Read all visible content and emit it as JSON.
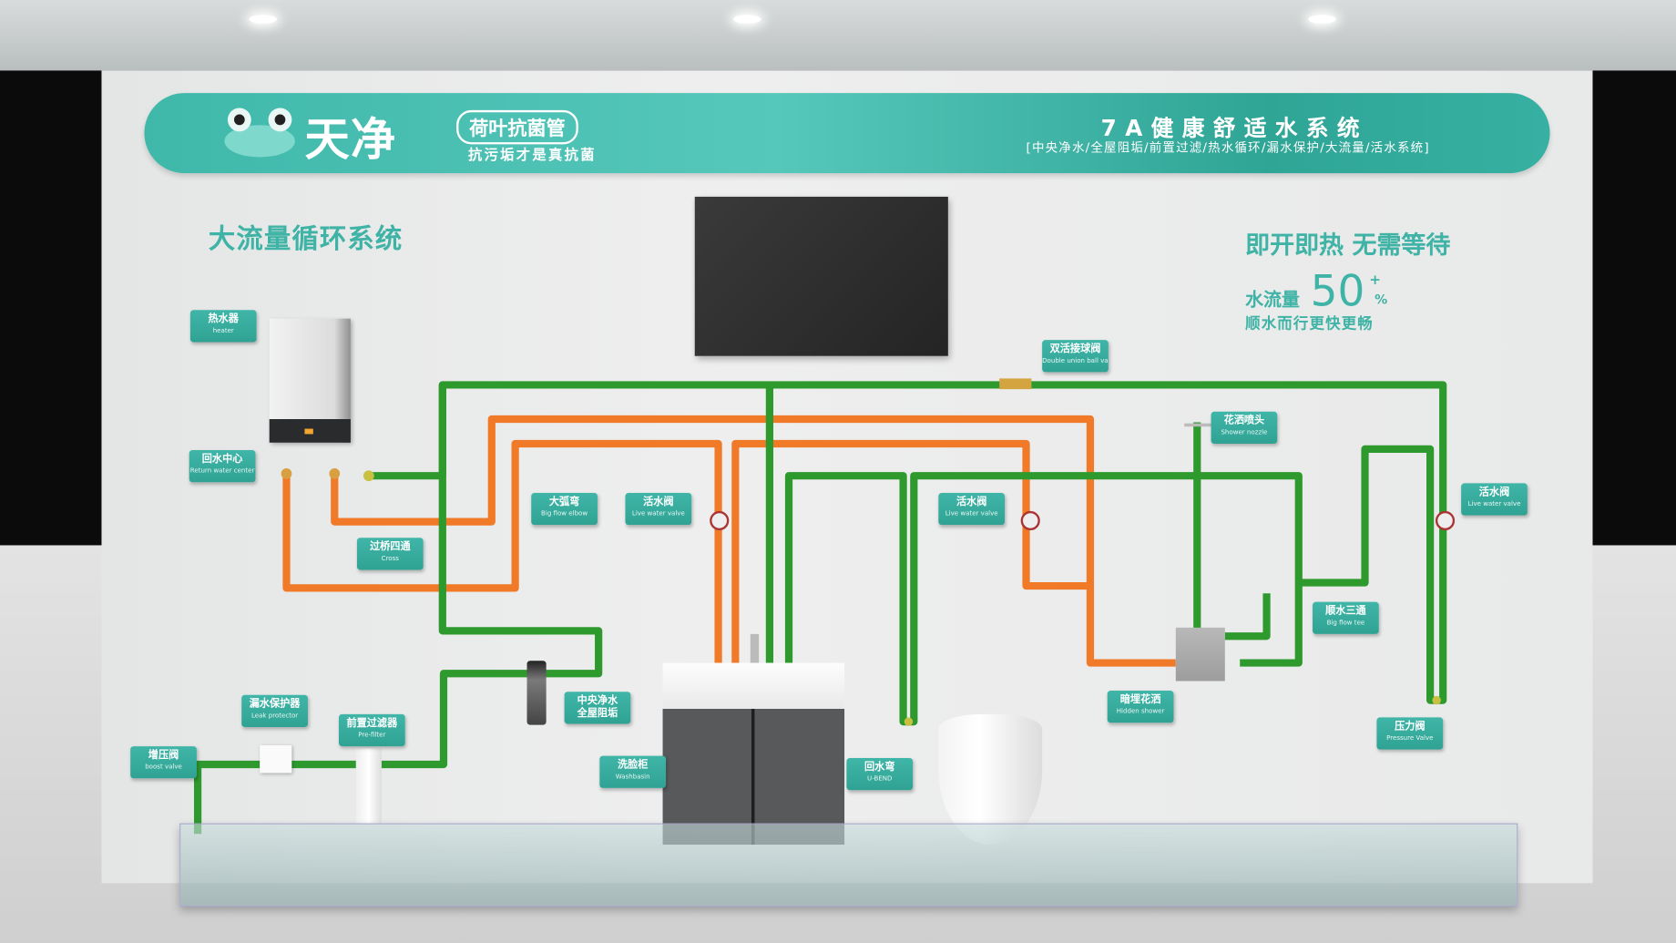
{
  "banner": {
    "brand": "天净",
    "product": "荷叶抗菌管",
    "slogan": "抗污垢才是真抗菌",
    "system_title": "7A健康舒适水系统",
    "system_subtitle": "[中央净水/全屋阻垢/前置过滤/热水循环/漏水保护/大流量/活水系统]"
  },
  "left_title": "大流量循环系统",
  "right_promo": {
    "headline": "即开即热  无需等待",
    "flow_label": "水流量",
    "flow_value": "50",
    "flow_plus": "+",
    "flow_unit": "%",
    "subline": "顺水而行更快更畅"
  },
  "labels": [
    {
      "zh": "热水器",
      "en": "heater"
    },
    {
      "zh": "回水中心",
      "en": "Return water center"
    },
    {
      "zh": "过桥四通",
      "en": "Cross"
    },
    {
      "zh": "大弧弯",
      "en": "Big flow elbow"
    },
    {
      "zh": "活水阀",
      "en": "Live water valve"
    },
    {
      "zh": "活水阀",
      "en": "Live water valve"
    },
    {
      "zh": "双活接球阀",
      "en": "Double union ball valve"
    },
    {
      "zh": "花洒喷头",
      "en": "Shower nozzle"
    },
    {
      "zh": "活水阀",
      "en": "Live water valve"
    },
    {
      "zh": "顺水三通",
      "en": "Big flow tee"
    },
    {
      "zh": "暗埋花洒",
      "en": "Hidden shower"
    },
    {
      "zh": "压力阀",
      "en": "Pressure Valve"
    },
    {
      "zh": "回水弯",
      "en": "U-BEND"
    },
    {
      "zh": "洗脸柜",
      "en": "Washbasin"
    },
    {
      "zh": "中央净水",
      "en": "全屋阻垢"
    },
    {
      "zh": "前置过滤器",
      "en": "Pre-filter"
    },
    {
      "zh": "漏水保护器",
      "en": "Leak protector"
    },
    {
      "zh": "增压阀",
      "en": "boost valve"
    }
  ],
  "colors": {
    "teal": "#3fb3a5",
    "green_pipe": "#2e9a2e",
    "orange_pipe": "#f07a28"
  }
}
